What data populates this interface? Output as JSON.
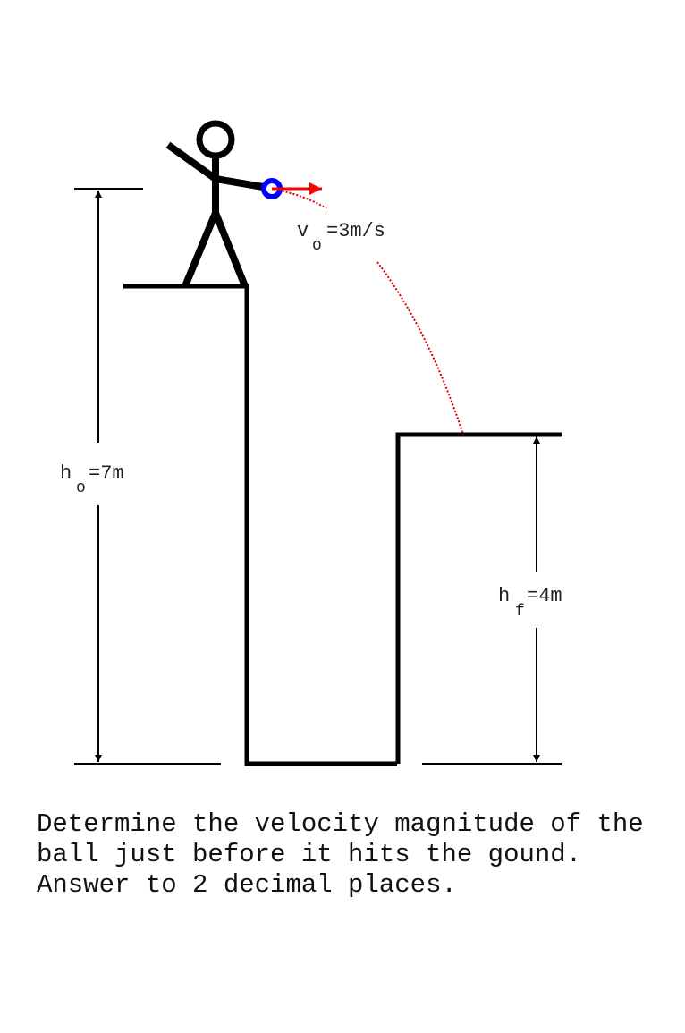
{
  "diagram": {
    "initial_height_label": {
      "main": "h",
      "sub": "o",
      "rest": "=7m"
    },
    "final_height_label": {
      "main": "h",
      "sub": "f",
      "rest": "=4m"
    },
    "velocity_label": {
      "main": "v",
      "sub": "o",
      "rest": "=3m/s"
    },
    "colors": {
      "ball": "#0000ff",
      "velocity_arrow": "#ff0000",
      "trajectory": "#dd0000",
      "lines": "#000000"
    }
  },
  "question": {
    "lines": [
      "Determine the velocity magnitude of the",
      "ball just before it hits the gound.",
      "Answer to 2 decimal places."
    ]
  }
}
